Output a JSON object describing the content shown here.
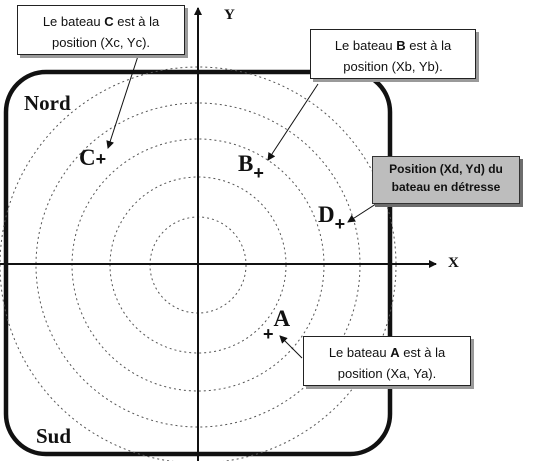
{
  "axes": {
    "x_label": "X",
    "y_label": "Y"
  },
  "zones": {
    "north": "Nord",
    "south": "Sud"
  },
  "boats": {
    "a": {
      "letter": "A",
      "mark": "+"
    },
    "b": {
      "letter": "B",
      "mark": "+"
    },
    "c": {
      "letter": "C",
      "mark": "+"
    },
    "d": {
      "letter": "D",
      "mark": "+"
    }
  },
  "callouts": {
    "c": {
      "prefix": "Le bateau ",
      "boat": "C",
      "suffix": " est à la",
      "line2": "position (Xc, Yc)."
    },
    "b": {
      "prefix": "Le bateau ",
      "boat": "B",
      "suffix": " est à la",
      "line2": "position (Xb, Yb)."
    },
    "a": {
      "prefix": "Le bateau ",
      "boat": "A",
      "suffix": " est à la",
      "line2": "position (Xa, Ya)."
    },
    "d": {
      "line1": "Position (Xd, Yd) du",
      "line2": "bateau en détresse"
    }
  }
}
